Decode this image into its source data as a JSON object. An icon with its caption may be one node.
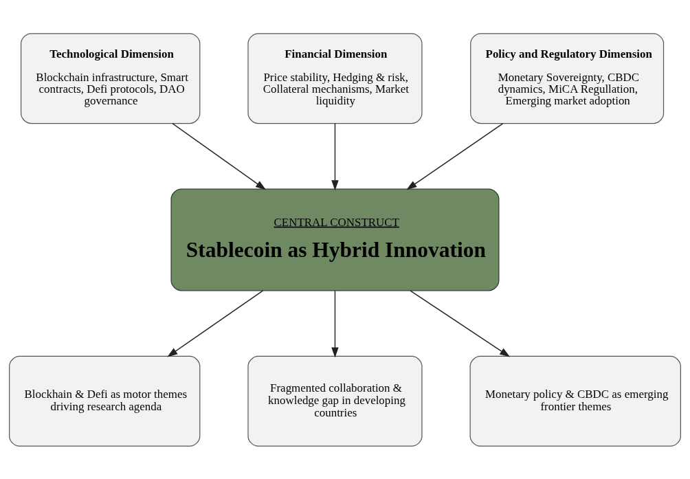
{
  "diagram": {
    "nodes": [
      {
        "text": [
          "Technological Dimension",
          "Blockchain infrastructure, Smart contracts, Defi protocols, DAO governance"
        ]
      },
      {
        "text": [
          "Financial Dimension",
          "Price stability, Hedging & risk, Collateral mechanisms, Market liquidity"
        ]
      },
      {
        "text": [
          "Policy and Regulatory Dimension",
          "Monetary Sovereignty, CBDC dynamics, MiCA Regullation, Emerging market adoption"
        ]
      },
      {
        "text": [
          "CENTRAL CONSTRUCT",
          "Stablecoin as Hybrid Innovation"
        ]
      },
      {
        "text": [
          "Blockhain & Defi as motor themes driving research agenda"
        ]
      },
      {
        "text": [
          "Fragmented collaboration & knowledge gap in developing countries"
        ]
      },
      {
        "text": [
          "Monetary policy & CBDC as emerging frontier themes"
        ]
      }
    ],
    "edges": [
      {
        "from": 0,
        "to": 3,
        "arrow": "to"
      },
      {
        "from": 1,
        "to": 3,
        "arrow": "to"
      },
      {
        "from": 2,
        "to": 3,
        "arrow": "to"
      },
      {
        "from": 3,
        "to": 4,
        "arrow": "to"
      },
      {
        "from": 3,
        "to": 5,
        "arrow": "to"
      },
      {
        "from": 3,
        "to": 6,
        "arrow": "to"
      }
    ]
  }
}
